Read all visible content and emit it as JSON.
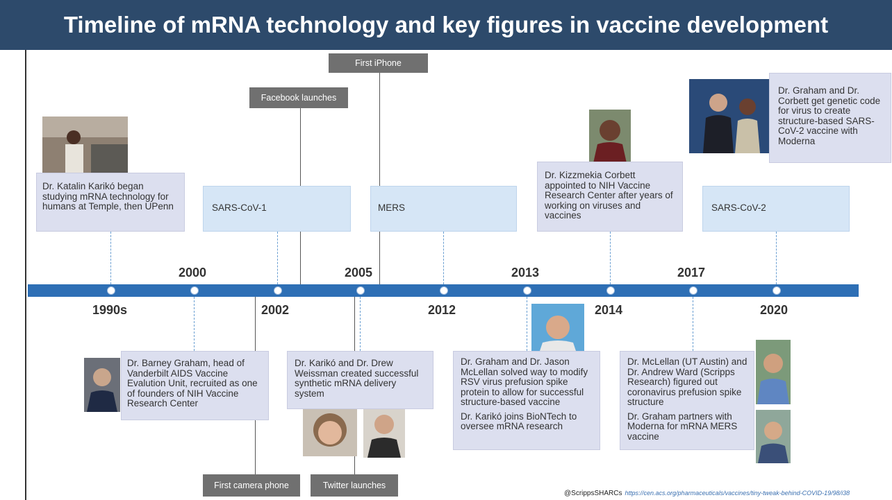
{
  "title": "Timeline of mRNA technology and key figures in vaccine development",
  "years": {
    "y1990s": "1990s",
    "y2000": "2000",
    "y2002": "2002",
    "y2005": "2005",
    "y2012": "2012",
    "y2013": "2013",
    "y2014": "2014",
    "y2017": "2017",
    "y2020": "2020"
  },
  "tech_events": {
    "first_iphone": "First iPhone",
    "facebook": "Facebook launches",
    "camera_phone": "First camera phone",
    "twitter": "Twitter launches"
  },
  "outbreaks": {
    "sars1": "SARS-CoV-1",
    "mers": "MERS",
    "sars2": "SARS-CoV-2"
  },
  "events": {
    "kariko_1990s": "Dr. Katalin Karikó began studying mRNA technology for humans at Temple, then UPenn",
    "graham_2000": "Dr. Barney Graham, head of Vanderbilt AIDS Vaccine Evalution Unit, recruited as one of founders of NIH Vaccine Research Center",
    "kariko_weissman_2005": "Dr. Karikó and Dr. Drew Weissman created successful synthetic mRNA delivery system",
    "graham_mclellan_2013": "Dr. Graham and Dr. Jason McLellan solved way to modify RSV virus prefusion spike protein to allow for successful structure-based vaccine",
    "kariko_biontech_2013": "Dr. Karikó joins BioNTech to oversee mRNA research",
    "corbett_2014": "Dr. Kizzmekia Corbett appointed to NIH Vaccine Research Center after years of working on viruses and vaccines",
    "mclellan_ward_2017": "Dr. McLellan (UT Austin) and Dr. Andrew Ward (Scripps Research) figured out coronavirus prefusion spike structure",
    "graham_moderna_2017": "Dr. Graham partners with Moderna for mRNA MERS vaccine",
    "graham_corbett_2020": "Dr. Graham and Dr. Corbett get genetic code for virus to create structure-based SARS-CoV-2 vaccine with Moderna"
  },
  "credit": {
    "handle": "@ScrippsSHARCs",
    "url": "https://cen.acs.org/pharmaceuticals/vaccines/tiny-tweak-behind-COVID-19/98/i38"
  },
  "colors": {
    "header": "#2d4a6b",
    "axis": "#2e6fb5",
    "event_box": "#dcdfef",
    "outbreak_box": "#d6e6f6",
    "tech_box": "#707070"
  }
}
